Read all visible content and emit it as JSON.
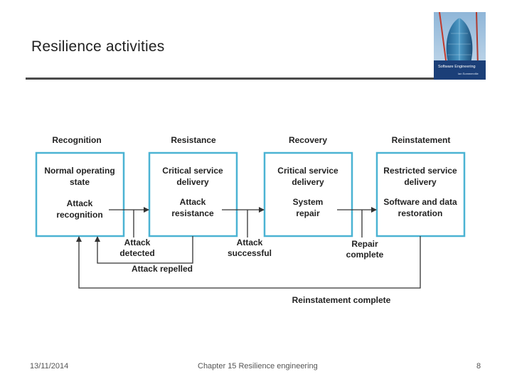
{
  "slide": {
    "title": "Resilience activities",
    "footer_date": "13/11/2014",
    "footer_chapter": "Chapter 15 Resilience engineering",
    "page_number": "8",
    "cover_title": "Software Engineering",
    "cover_subtitle": "Ian Sommerville"
  },
  "diagram": {
    "headers": {
      "recognition": "Recognition",
      "resistance": "Resistance",
      "recovery": "Recovery",
      "reinstatement": "Reinstatement"
    },
    "boxes": {
      "recognition": {
        "line1": "Normal operating",
        "line2": "state",
        "line3": "Attack",
        "line4": "recognition"
      },
      "resistance": {
        "line1": "Critical service",
        "line2": "delivery",
        "line3": "Attack",
        "line4": "resistance"
      },
      "recovery": {
        "line1": "Critical service",
        "line2": "delivery",
        "line3": "System",
        "line4": "repair"
      },
      "reinstatement": {
        "line1": "Restricted service",
        "line2": "delivery",
        "line3": "Software and data",
        "line4": "restoration"
      }
    },
    "transitions": {
      "attack_detected_1": "Attack",
      "attack_detected_2": "detected",
      "attack_successful_1": "Attack",
      "attack_successful_2": "successful",
      "repair_complete_1": "Repair",
      "repair_complete_2": "complete",
      "attack_repelled": "Attack repelled",
      "reinstatement_complete": "Reinstatement complete"
    }
  },
  "colors": {
    "box_border": "#4bb3d3",
    "title_rule": "#4a4a4a"
  }
}
